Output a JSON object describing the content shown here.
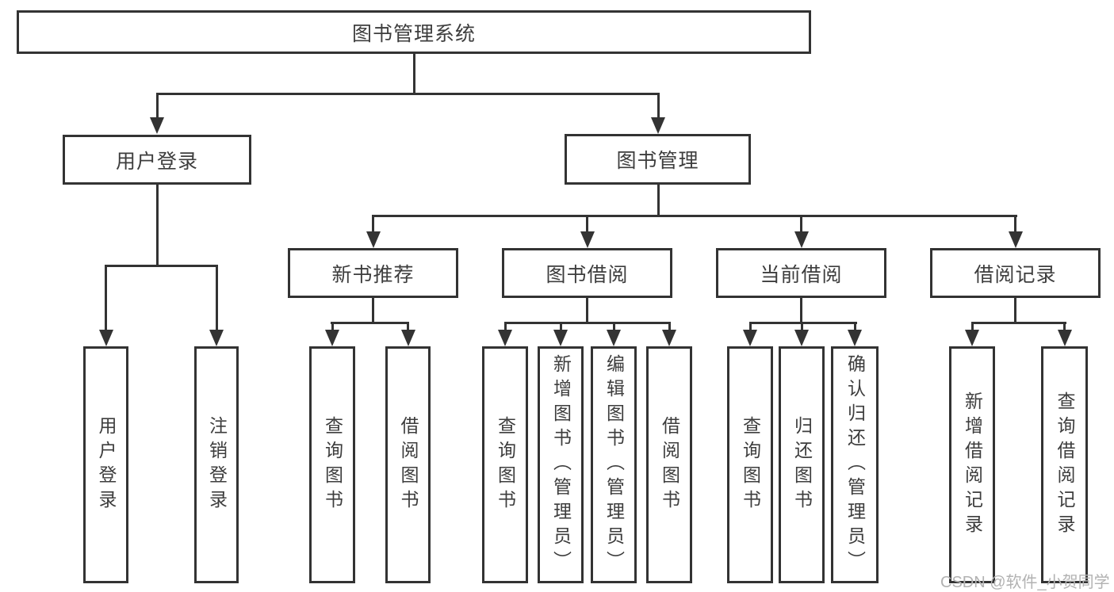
{
  "nodes": {
    "root": "图书管理系统",
    "user_login": "用户登录",
    "book_mgmt": "图书管理",
    "l3": [
      "新书推荐",
      "图书借阅",
      "当前借阅",
      "借阅记录"
    ],
    "user_login_children": [
      "用户登录",
      "注销登录"
    ],
    "new_book_children": [
      "查询图书",
      "借阅图书"
    ],
    "borrow_children": [
      "查询图书",
      "新增图书（管理员）",
      "编辑图书（管理员）",
      "借阅图书"
    ],
    "current_children": [
      "查询图书",
      "归还图书",
      "确认归还（管理员）"
    ],
    "record_children": [
      "新增借阅记录",
      "查询借阅记录"
    ]
  },
  "watermark": {
    "text": "CSDN @软件_小贺同学"
  },
  "colors": {
    "line": "#333333",
    "text": "#3d3d3d",
    "watermark": "#b2b2b2",
    "background": "#ffffff"
  }
}
